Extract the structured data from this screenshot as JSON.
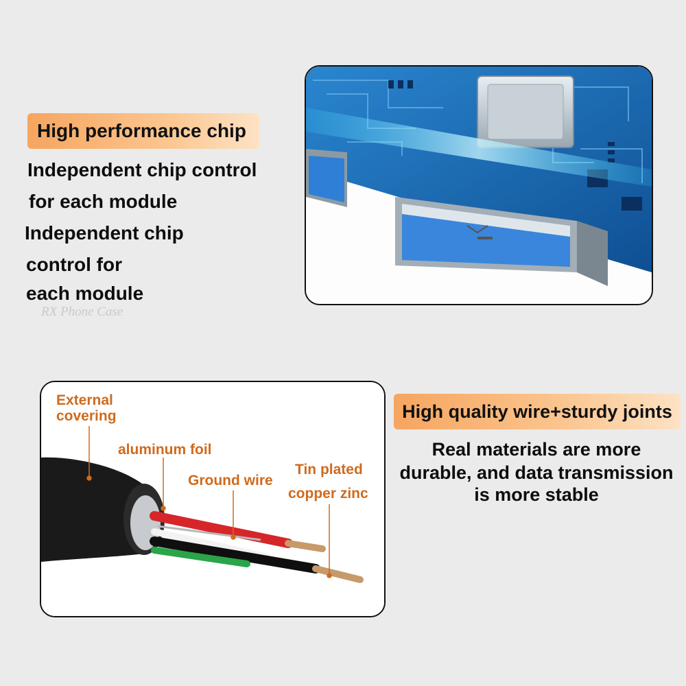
{
  "chip_section": {
    "badge": "High performance chip",
    "lines": [
      "Independent chip control",
      "for each module",
      "Independent chip",
      "control for",
      "each module"
    ],
    "watermark": "RX Phone Case"
  },
  "cable_section": {
    "badge": "High quality wire+sturdy joints",
    "lines": [
      "Real materials are more",
      "durable, and data transmission",
      "is more stable"
    ],
    "labels": {
      "external_covering_1": "External",
      "external_covering_2": "covering",
      "aluminum_foil": "aluminum foil",
      "ground_wire": "Ground wire",
      "tin_plated_1": "Tin plated",
      "tin_plated_2": "copper zinc"
    }
  },
  "colors": {
    "accent_orange": "#f6a55f",
    "label_orange": "#d06a1c",
    "pcb_blue": "#1d6fb8",
    "glow_cyan": "#3fd4ff"
  }
}
